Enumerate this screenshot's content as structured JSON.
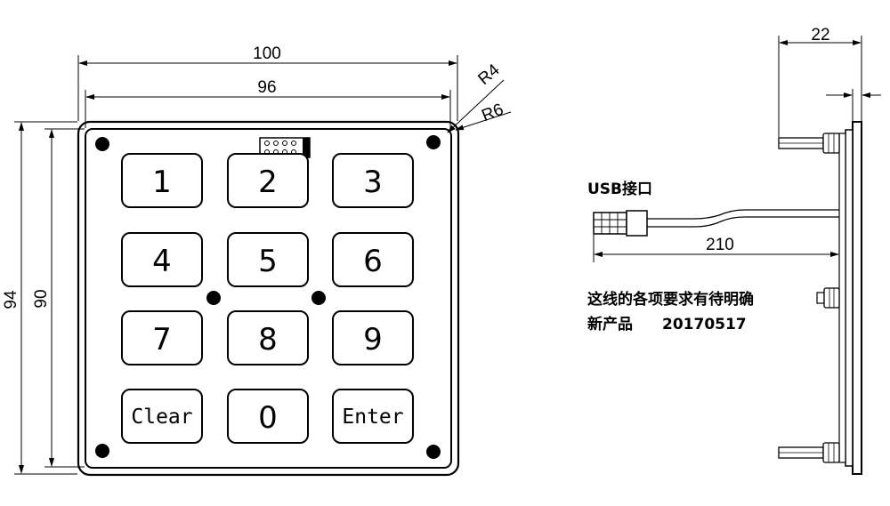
{
  "keypad": {
    "keys": [
      "1",
      "2",
      "3",
      "4",
      "5",
      "6",
      "7",
      "8",
      "9",
      "Clear",
      "0",
      "Enter"
    ]
  },
  "dimensions": {
    "outer_width": "100",
    "inner_width": "96",
    "outer_height": "94",
    "inner_height": "90",
    "radius_inner": "R4",
    "radius_outer": "R6",
    "side_depth": "22",
    "cable_length": "210"
  },
  "labels": {
    "usb": "USB接口",
    "note_line1": "这线的各项要求有待明确",
    "note_line2_product": "新产品",
    "note_line2_date": "20170517"
  }
}
